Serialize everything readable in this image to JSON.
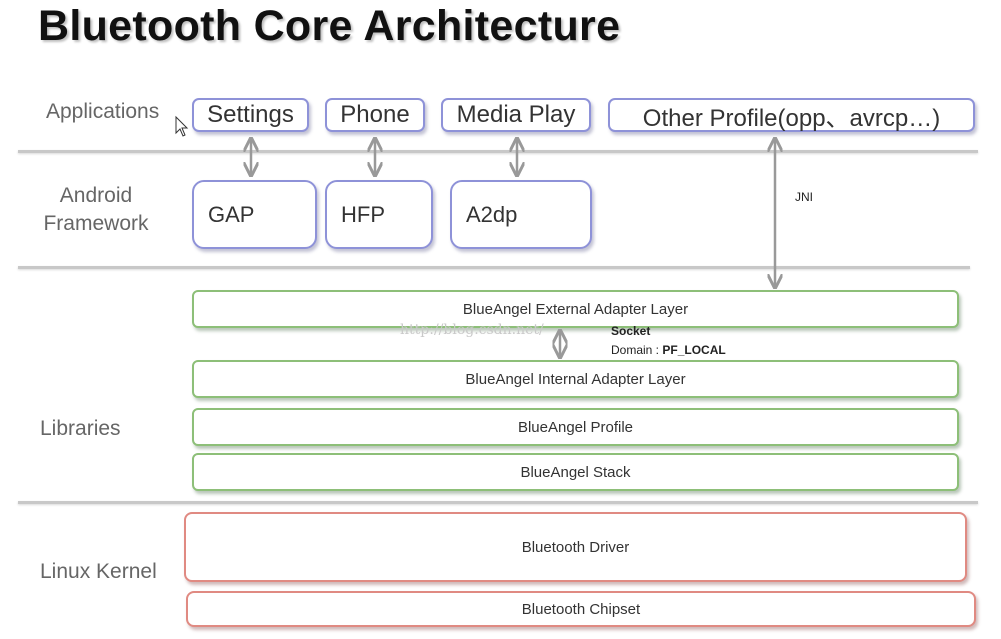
{
  "title": "Bluetooth Core Architecture",
  "layers": {
    "applications": "Applications",
    "framework_line1": "Android",
    "framework_line2": "Framework",
    "libraries": "Libraries",
    "kernel": "Linux Kernel"
  },
  "apps": {
    "settings": "Settings",
    "phone": "Phone",
    "media": "Media Play",
    "other": "Other Profile(opp、avrcp…)"
  },
  "framework": {
    "gap": "GAP",
    "hfp": "HFP",
    "a2dp": "A2dp"
  },
  "jni_label": "JNI",
  "libraries": {
    "external": "BlueAngel External Adapter Layer",
    "internal": "BlueAngel Internal Adapter Layer",
    "profile": "BlueAngel Profile",
    "stack": "BlueAngel Stack"
  },
  "socket": {
    "label": "Socket",
    "domain_prefix": "Domain : ",
    "domain_value": "PF_LOCAL"
  },
  "kernel": {
    "driver": "Bluetooth Driver",
    "chipset": "Bluetooth Chipset"
  },
  "watermark": "http://blog.csdn.net/",
  "colors": {
    "app_border": "#8e92d8",
    "lib_border": "#8dbf78",
    "kernel_border": "#e08a82",
    "arrow": "#999999"
  }
}
